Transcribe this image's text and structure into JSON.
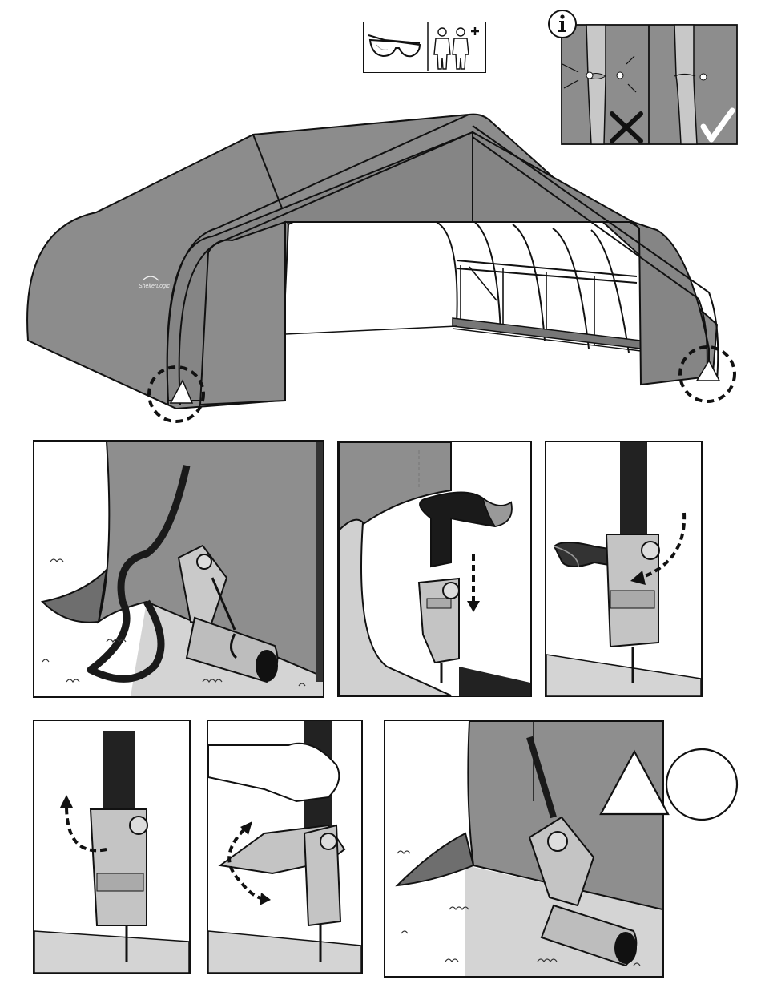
{
  "safety_box": {
    "items": [
      {
        "icon": "safety-glasses-icon"
      },
      {
        "icon": "two-person-plus-icon"
      }
    ]
  },
  "info_box": {
    "icon": "info-icon",
    "wrong": {
      "icon": "x-mark-icon"
    },
    "right": {
      "icon": "check-mark-icon"
    }
  },
  "shelter": {
    "brand_text": "ShelterLogic"
  },
  "steps": [
    {
      "id": 1,
      "content": "strap-near-ratchet"
    },
    {
      "id": 2,
      "content": "feed-strap-down"
    },
    {
      "id": 3,
      "content": "thread-strap-through"
    },
    {
      "id": 4,
      "content": "pull-strap-up"
    },
    {
      "id": 5,
      "content": "crank-ratchet-handle"
    },
    {
      "id": 6,
      "content": "tensioned-result"
    }
  ],
  "colors": {
    "fabric": "#8c8c8c",
    "fabric_dark": "#6f6f6f",
    "strap": "#1a1a1a",
    "ground": "#cfcfcf"
  }
}
